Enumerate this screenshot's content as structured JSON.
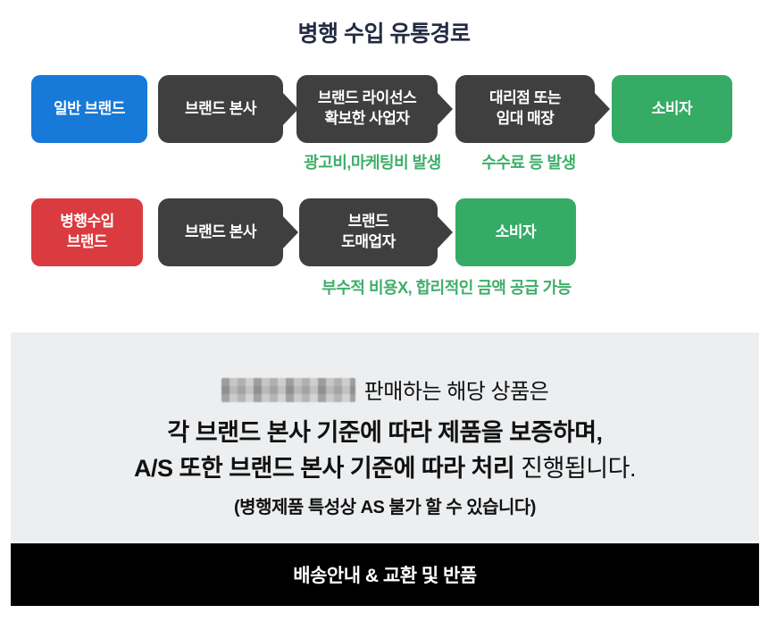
{
  "title": "병행 수입 유통경로",
  "rows": [
    {
      "source": {
        "label": "일반 브랜드"
      },
      "steps": [
        {
          "label": "브랜드 본사"
        },
        {
          "label": "브랜드 라이선스\n확보한 사업자"
        },
        {
          "label": "대리점 또는\n임대 매장"
        }
      ],
      "consumer": {
        "label": "소비자"
      },
      "notes": [
        "광고비,마케팅비 발생",
        "수수료 등 발생"
      ]
    },
    {
      "source": {
        "label": "병행수입\n브랜드"
      },
      "steps": [
        {
          "label": "브랜드 본사"
        },
        {
          "label": "브랜드\n도매업자"
        }
      ],
      "consumer": {
        "label": "소비자"
      },
      "note": "부수적 비용X, 합리적인 금액 공급 가능"
    }
  ],
  "guarantee": {
    "line1_suffix": "판매하는 해당 상품은",
    "line2": "각 브랜드 본사 기준에 따라 제품을 보증하며,",
    "line3_bold": "A/S 또한 브랜드 본사 기준에 따라 처리",
    "line3_regular": " 진행됩니다.",
    "line4": "(병행제품  특성상 AS 불가 할 수 있습니다)"
  },
  "footer": {
    "label": "배송안내 & 교환 및 반품"
  },
  "colors": {
    "title_navy": "#232b42",
    "general_brand_blue": "#1779d8",
    "parallel_brand_red": "#da3b3f",
    "step_dark": "#3f3f3f",
    "consumer_green": "#35ab66",
    "note_green": "#3fae6a",
    "panel_gray": "#eceef0",
    "footer_black": "#000000"
  }
}
